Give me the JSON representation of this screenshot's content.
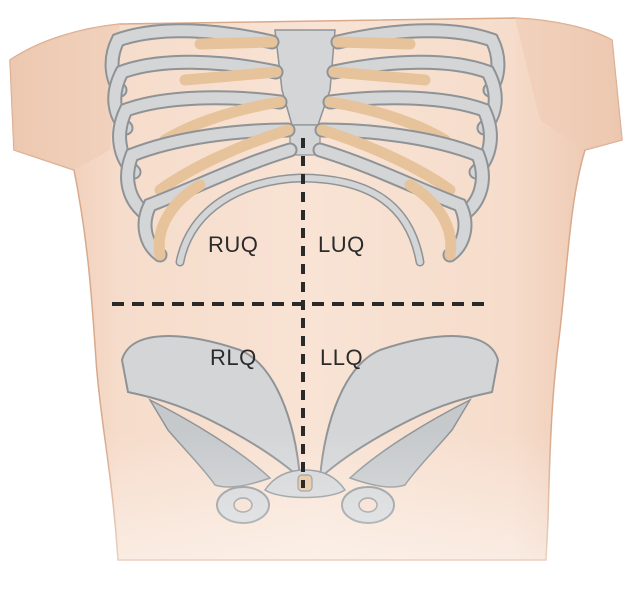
{
  "diagram": {
    "quadrants": {
      "ruq": "RUQ",
      "luq": "LUQ",
      "rlq": "RLQ",
      "llq": "LLQ"
    },
    "colors": {
      "skin": "#f6dccb",
      "skin_shadow": "#e7bfa6",
      "bone": "#d3d5d7",
      "bone_outline": "#8f9396",
      "cartilage": "#e6c39a",
      "dashed_line": "#2a2a2a"
    }
  }
}
